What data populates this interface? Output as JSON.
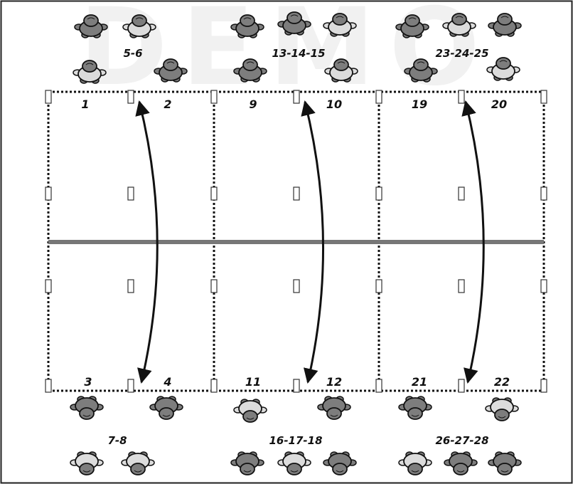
{
  "watermark": "DEMO",
  "station_labels": {
    "s1": "1",
    "s2": "2",
    "s3": "3",
    "s4": "4",
    "s9": "9",
    "s10": "10",
    "s11": "11",
    "s12": "12",
    "s19": "19",
    "s20": "20",
    "s21": "21",
    "s22": "22"
  },
  "group_labels": {
    "g56": "5-6",
    "g131415": "13-14-15",
    "g232425": "23-24-25",
    "g78": "7-8",
    "g161718": "16-17-18",
    "g262728": "26-27-28"
  },
  "colors": {
    "field_line": "#111111",
    "center_line": "#7a7a7a",
    "figure_dark": "#7d7d7d",
    "figure_light": "#dcdcdc"
  },
  "figure_icon": "player-figure-icon",
  "arrow_icon": "double-arrow-icon"
}
